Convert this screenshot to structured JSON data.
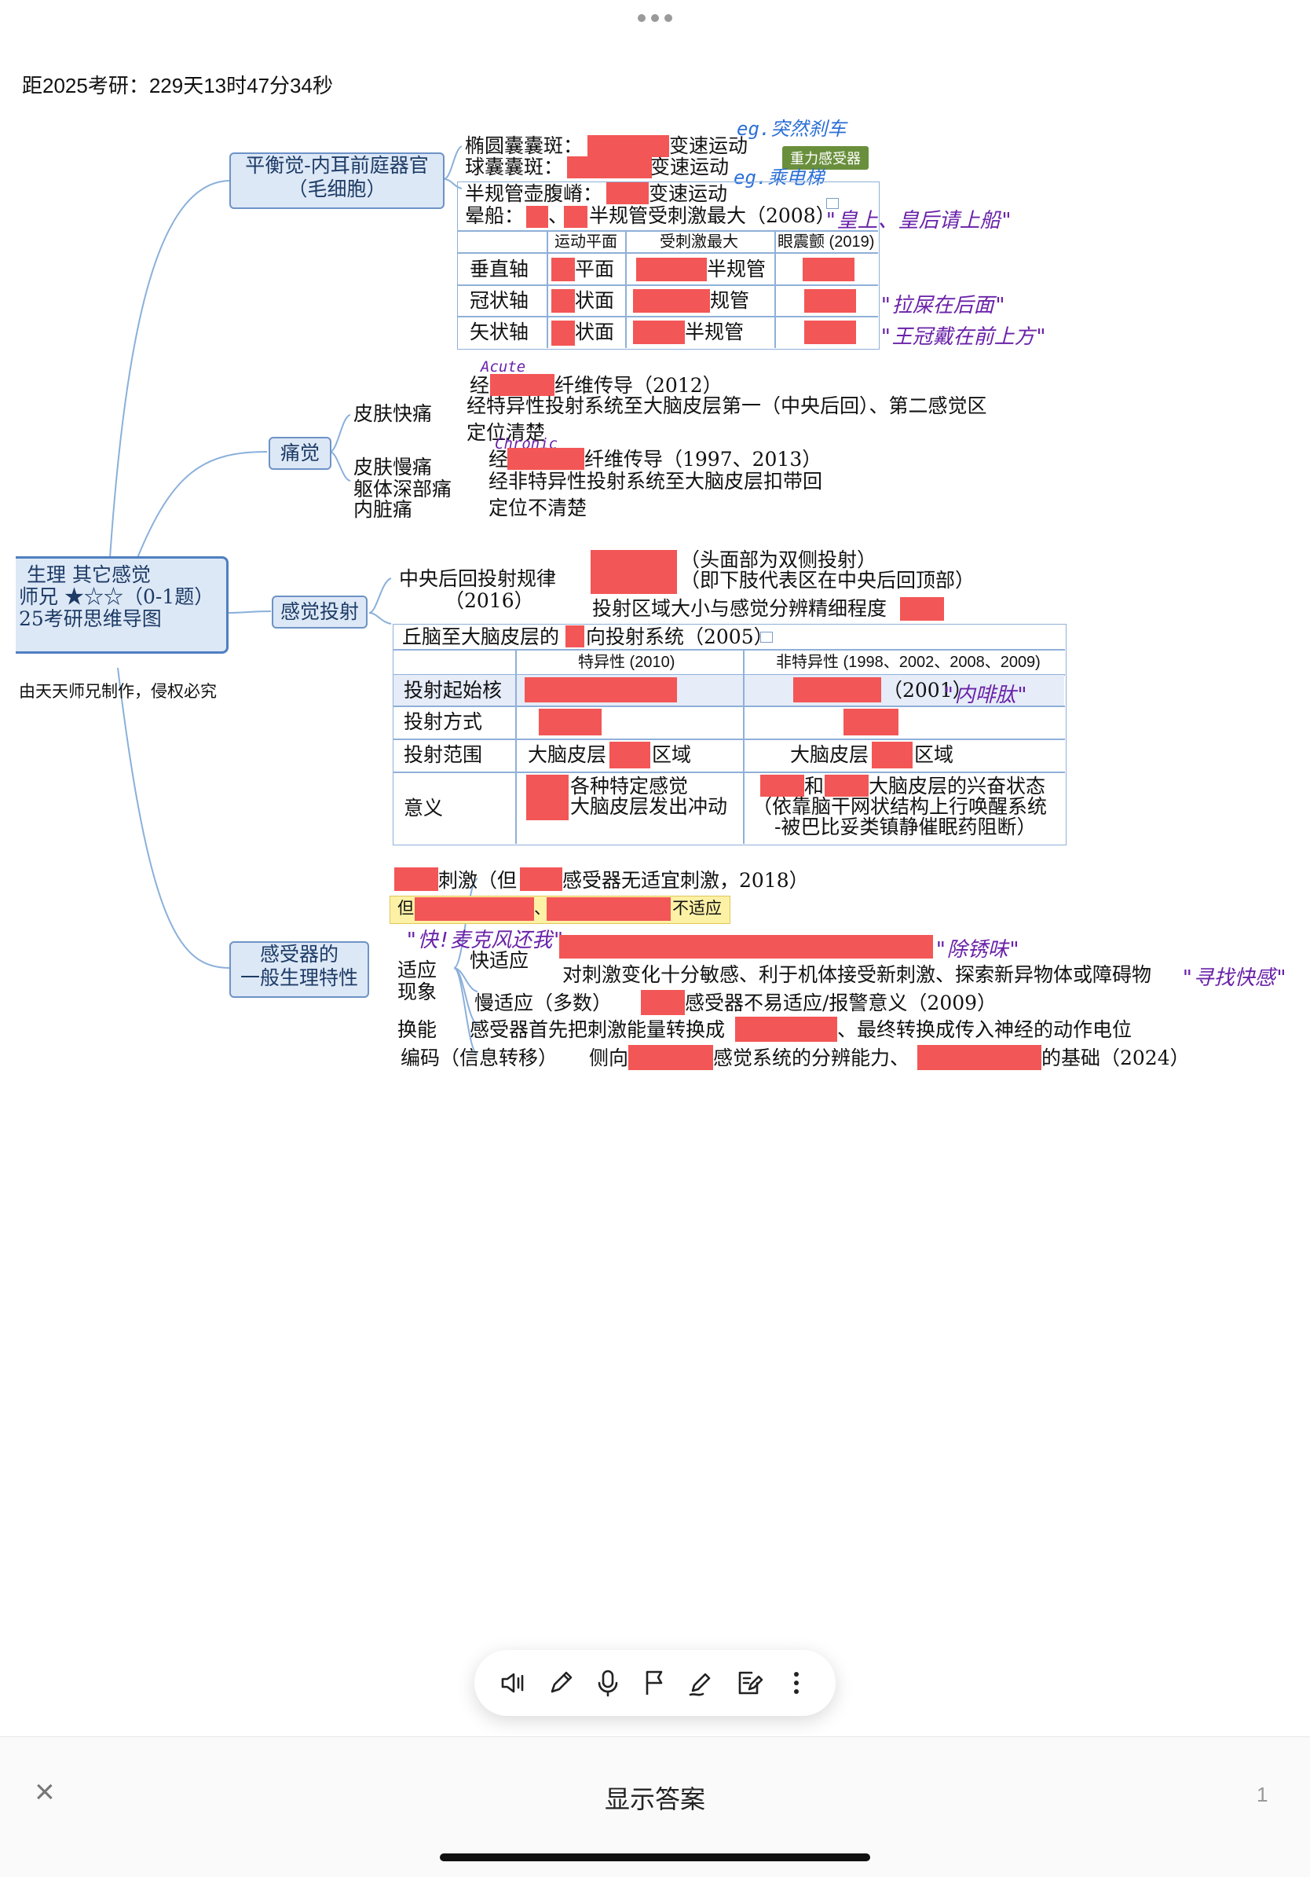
{
  "header": {
    "countdown": "距2025考研：229天13时47分34秒"
  },
  "root": {
    "line1": "生理 其它感觉",
    "line2": "师兄 ★☆☆（0-1题）",
    "line3": "25考研思维导图",
    "credit": "由天天师兄制作，侵权必究"
  },
  "balance": {
    "node": [
      "平衡觉-内耳前庭器官",
      "（毛细胞）"
    ],
    "l1a": "椭圆囊囊斑：",
    "l1b": "变速运动",
    "l2a": "球囊囊斑：",
    "l2b": "变速运动",
    "tag": "重力感受器",
    "eg1": "eg.突然刹车",
    "eg2": "eg.乘电梯",
    "l3a": "半规管壶腹嵴：",
    "l3b": "变速运动",
    "l4a": "晕船：",
    "l4sep": "、",
    "l4b": "半规管受刺激最大（2008）",
    "hw_l4": "\"皇上、皇后请上船\"",
    "table_headers": [
      "运动平面",
      "受刺激最大",
      "眼震颤 (2019)"
    ],
    "rows": [
      {
        "axis": "垂直轴",
        "plane": "平面",
        "canal": "半规管"
      },
      {
        "axis": "冠状轴",
        "plane": "状面",
        "canal": "规管"
      },
      {
        "axis": "矢状轴",
        "plane": "状面",
        "canal": "半规管"
      }
    ],
    "hw_r2": "\"拉屎在后面\"",
    "hw_r3": "\"王冠戴在前上方\""
  },
  "pain": {
    "node": "痛觉",
    "fast_label": "皮肤快痛",
    "acute": "Acute",
    "f1a": "经",
    "f1b": "纤维传导（2012）",
    "f2": "经特异性投射系统至大脑皮层第一（中央后回）、第二感觉区",
    "f3": "定位清楚",
    "slow_labels": [
      "皮肤慢痛",
      "躯体深部痛",
      "内脏痛"
    ],
    "chronic": "Chronic",
    "s1a": "经",
    "s1b": "纤维传导（1997、2013）",
    "s2": "经非特异性投射系统至大脑皮层扣带回",
    "s3": "定位不清楚"
  },
  "projection": {
    "node": "感觉投射",
    "rule_label": [
      "中央后回投射规律",
      "（2016）"
    ],
    "r1": "（头面部为双侧投射）",
    "r2": "（即下肢代表区在中央后回顶部）",
    "r3": "投射区域大小与感觉分辨精细程度",
    "table_title_a": "丘脑至大脑皮层的",
    "table_title_b": "向投射系统（2005）",
    "col1": "特异性 (2010)",
    "col2": "非特异性 (1998、2002、2008、2009)",
    "row_labels": [
      "投射起始核",
      "投射方式",
      "投射范围",
      "意义"
    ],
    "ns_origin": "（2001）",
    "hw_ns_origin": "\"内啡肽\"",
    "range_s_a": "大脑皮层",
    "range_s_b": "区域",
    "range_ns_a": "大脑皮层",
    "range_ns_b": "区域",
    "sig_s1": "各种特定感觉",
    "sig_s2": "大脑皮层发出冲动",
    "sig_ns1": "和",
    "sig_ns1b": "大脑皮层的兴奋状态",
    "sig_ns2": "（依靠脑干网状结构上行唤醒系统",
    "sig_ns3": "-被巴比妥类镇静催眠药阻断）"
  },
  "receptor": {
    "node": [
      "感受器的",
      "一般生理特性"
    ],
    "s1a": "刺激（但",
    "s1b": "感受器无适宜刺激，2018）",
    "y_a": "但",
    "y_sep": "、",
    "y_b": "不适应",
    "hw_fast": "\"快!麦克风还我\"",
    "hw_rust": "\"除锈味\"",
    "adapt_label": [
      "适应",
      "现象"
    ],
    "fast": "快适应",
    "fast_desc": "对刺激变化十分敏感、利于机体接受新刺激、探索新异物体或障碍物",
    "hw_seek": "\"寻找快感\"",
    "slow": "慢适应（多数）",
    "slow_desc": "感受器不易适应/报警意义（2009）",
    "trans_label": "换能",
    "trans_a": "感受器首先把刺激能量转换成",
    "trans_b": "、最终转换成传入神经的动作电位",
    "code_label": "编码（信息转移）",
    "code_a": "侧向",
    "code_b": "感觉系统的分辨能力、",
    "code_c": "的基础（2024）"
  },
  "toolbar": {
    "icons": [
      "speaker-icon",
      "pencil-icon",
      "microphone-icon",
      "flag-icon",
      "pen-icon",
      "edit-note-icon",
      "more-icon"
    ]
  },
  "bottom": {
    "show_answer": "显示答案",
    "page": "1",
    "close": "×"
  }
}
